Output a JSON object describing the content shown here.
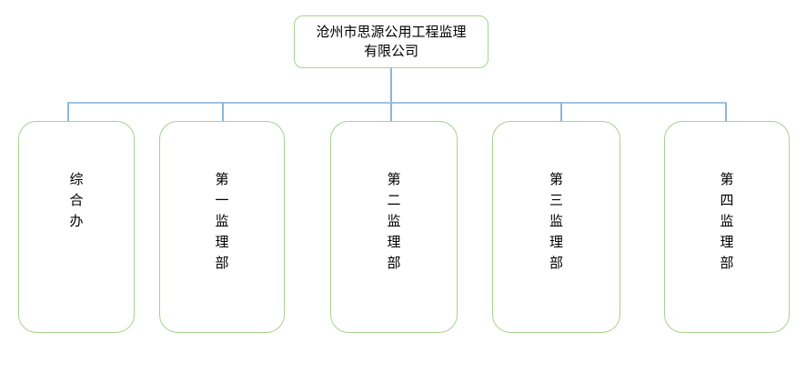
{
  "diagram": {
    "type": "org-chart",
    "root": {
      "label": "沧州市思源公用工程监理有限公司",
      "label_lines": [
        "沧州市思源公用工程监理",
        "有限公司"
      ]
    },
    "departments": [
      {
        "label": "综合办"
      },
      {
        "label": "第一监理部"
      },
      {
        "label": "第二监理部"
      },
      {
        "label": "第三监理部"
      },
      {
        "label": "第四监理部"
      }
    ],
    "colors": {
      "node_border": "#a9d18e",
      "connector": "#9dc3e6",
      "connector_dark": "#8cb4de",
      "text": "#000000",
      "background": "#ffffff"
    }
  }
}
